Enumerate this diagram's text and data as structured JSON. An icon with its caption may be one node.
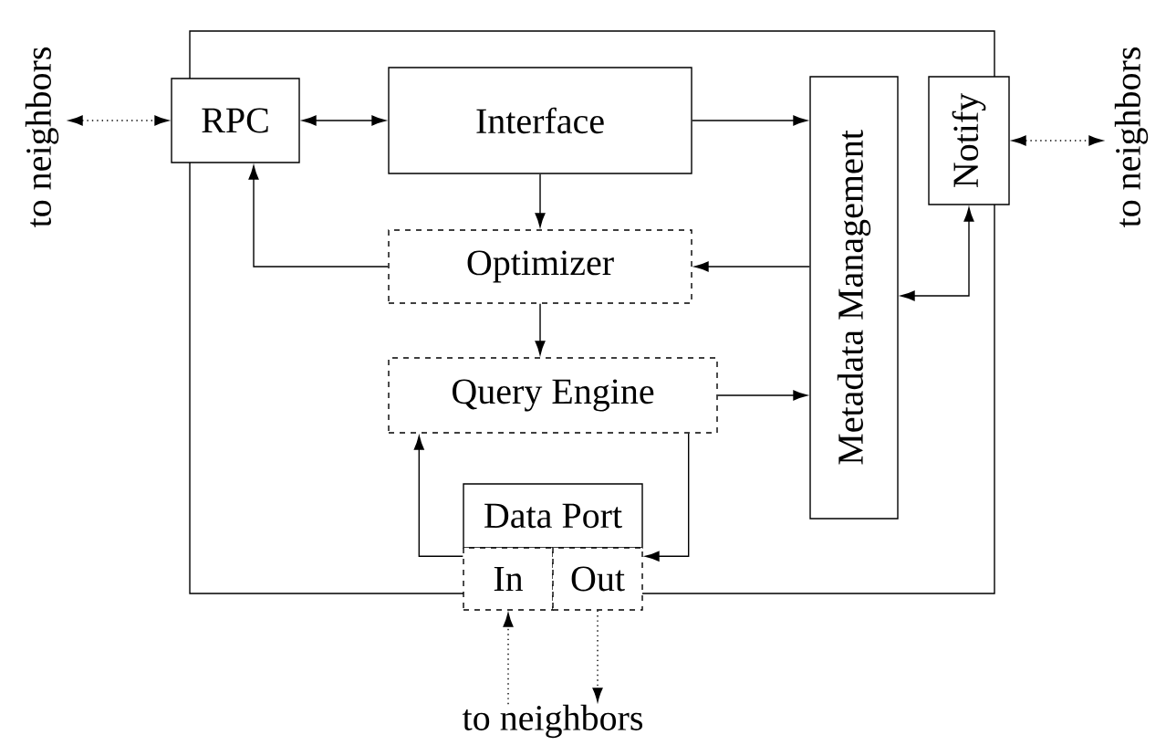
{
  "diagram": {
    "nodes": [
      {
        "text": [
          "RPC"
        ]
      },
      {
        "text": [
          "Interface"
        ]
      },
      {
        "text": [
          "Metadata Management"
        ]
      },
      {
        "text": [
          "Notify"
        ]
      },
      {
        "text": [
          "Optimizer"
        ]
      },
      {
        "text": [
          "Query Engine"
        ]
      },
      {
        "text": [
          "Data Port"
        ]
      },
      {
        "text": [
          "In"
        ]
      },
      {
        "text": [
          "Out"
        ]
      },
      {
        "text": [
          "to neighbors"
        ]
      },
      {
        "text": [
          "to neighbors"
        ]
      },
      {
        "text": [
          "to neighbors"
        ]
      }
    ],
    "edges": [
      {
        "from": 9,
        "to": 0,
        "arrow": "both",
        "style": "dashed"
      },
      {
        "from": 0,
        "to": 1,
        "arrow": "both"
      },
      {
        "from": 1,
        "to": 2,
        "arrow": "to"
      },
      {
        "from": 1,
        "to": 4,
        "arrow": "to"
      },
      {
        "from": 4,
        "to": 0,
        "arrow": "to"
      },
      {
        "from": 2,
        "to": 4,
        "arrow": "to"
      },
      {
        "from": 3,
        "to": 2,
        "arrow": "both"
      },
      {
        "from": 3,
        "to": 10,
        "arrow": "both",
        "style": "dashed"
      },
      {
        "from": 4,
        "to": 5,
        "arrow": "to"
      },
      {
        "from": 5,
        "to": 2,
        "arrow": "to"
      },
      {
        "from": 7,
        "to": 5,
        "arrow": "to"
      },
      {
        "from": 5,
        "to": 8,
        "arrow": "to"
      },
      {
        "from": 11,
        "to": 7,
        "arrow": "to",
        "style": "dashed"
      },
      {
        "from": 8,
        "to": 11,
        "arrow": "to",
        "style": "dashed"
      }
    ]
  }
}
